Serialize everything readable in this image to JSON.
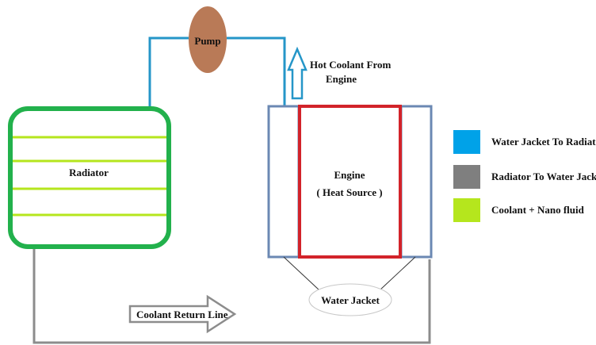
{
  "labels": {
    "pump": "Pump",
    "hot_coolant_line1": "Hot Coolant From",
    "hot_coolant_line2": "Engine",
    "radiator": "Radiator",
    "engine_line1": "Engine",
    "engine_line2": "( Heat Source )",
    "water_jacket": "Water Jacket",
    "return_line": "Coolant Return Line"
  },
  "legend": [
    {
      "label": "Water Jacket To Radiator",
      "color": "#00a2e8"
    },
    {
      "label": "Radiator To Water Jacket",
      "color": "#7f7f7f"
    },
    {
      "label": "Coolant + Nano fluid",
      "color": "#b5e61d"
    }
  ],
  "colors": {
    "hot_pipe": "#2596c8",
    "return_pipe": "#8c8c8c",
    "radiator_border": "#22b14c",
    "radiator_tubes": "#b5e61d",
    "engine_border": "#d2232a",
    "jacket_border": "#6b88b3",
    "pump_fill": "#b97a57"
  }
}
